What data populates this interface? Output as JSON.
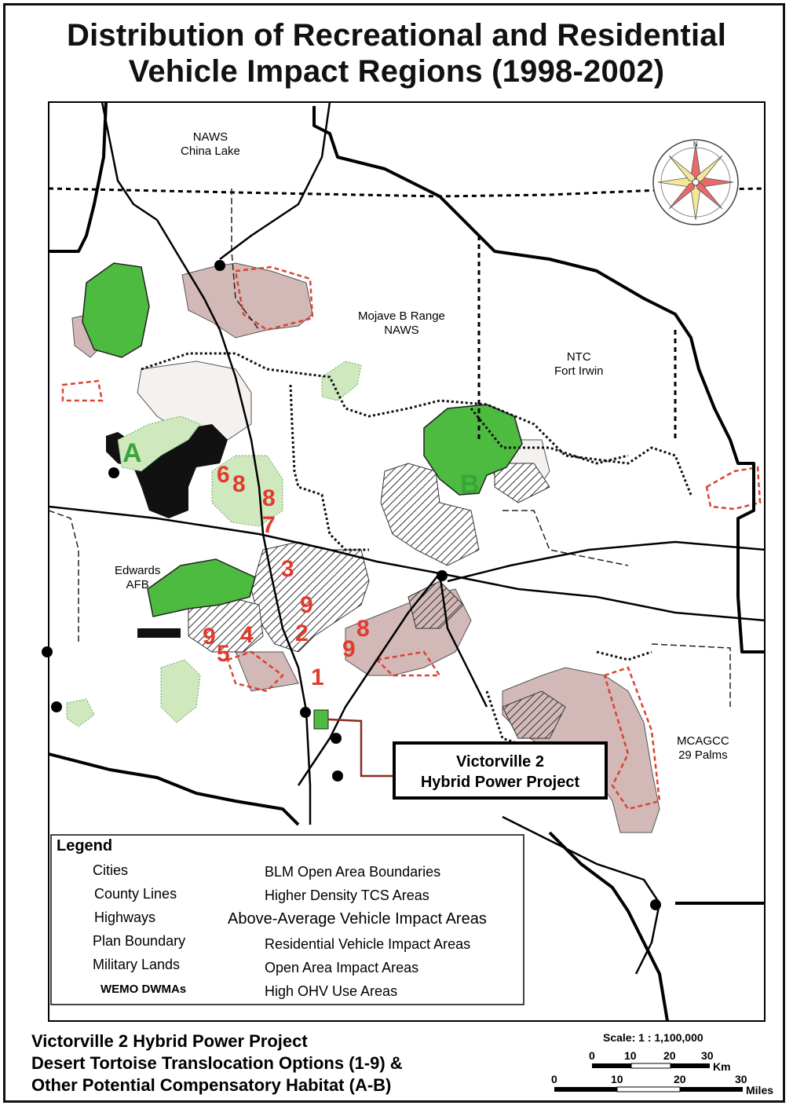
{
  "title": {
    "line1": "Distribution of Recreational and Residential",
    "line2": "Vehicle Impact Regions (1998-2002)"
  },
  "map_labels": {
    "naws_china_lake": "NAWS\nChina Lake",
    "mojave_b": "Mojave B Range\nNAWS",
    "ntc": "NTC\nFort Irwin",
    "edwards": "Edwards\nAFB",
    "mcagcc": "MCAGCC\n29 Palms"
  },
  "options": [
    "6",
    "8",
    "8",
    "7",
    "3",
    "9",
    "2",
    "9",
    "4",
    "5",
    "8",
    "9",
    "1"
  ],
  "habitat": {
    "a": "A",
    "b": "B"
  },
  "callout": {
    "line1": "Victorville 2",
    "line2": "Hybrid Power Project"
  },
  "legend": {
    "title": "Legend",
    "cities": "Cities",
    "county": "County Lines",
    "highways": "Highways",
    "plan": "Plan Boundary",
    "military": "Military Lands",
    "wemo": "WEMO DWMAs",
    "blm": "BLM Open Area Boundaries",
    "tcs": "Higher Density TCS Areas",
    "above": "Above-Average Vehicle Impact Areas",
    "residential": "Residential Vehicle Impact Areas",
    "open": "Open Area Impact Areas",
    "ohv": "High OHV Use Areas"
  },
  "footer": {
    "line1": "Victorville 2 Hybrid Power Project",
    "line2": "Desert Tortoise Translocation Options (1-9) &",
    "line3": "Other Potential Compensatory Habitat (A-B)"
  },
  "scale": {
    "title": "Scale: 1 : 1,100,000",
    "km_ticks": [
      "0",
      "10",
      "20",
      "30"
    ],
    "km_unit": "Km",
    "mi_ticks": [
      "0",
      "10",
      "20",
      "30"
    ],
    "mi_unit": "Miles"
  },
  "colors": {
    "habitat_green": "#4cbb3f",
    "light_green": "#cfe8bd",
    "open_area": "#d3b8b8",
    "blm_red": "#d9442e",
    "option_red": "#e03b2e"
  }
}
